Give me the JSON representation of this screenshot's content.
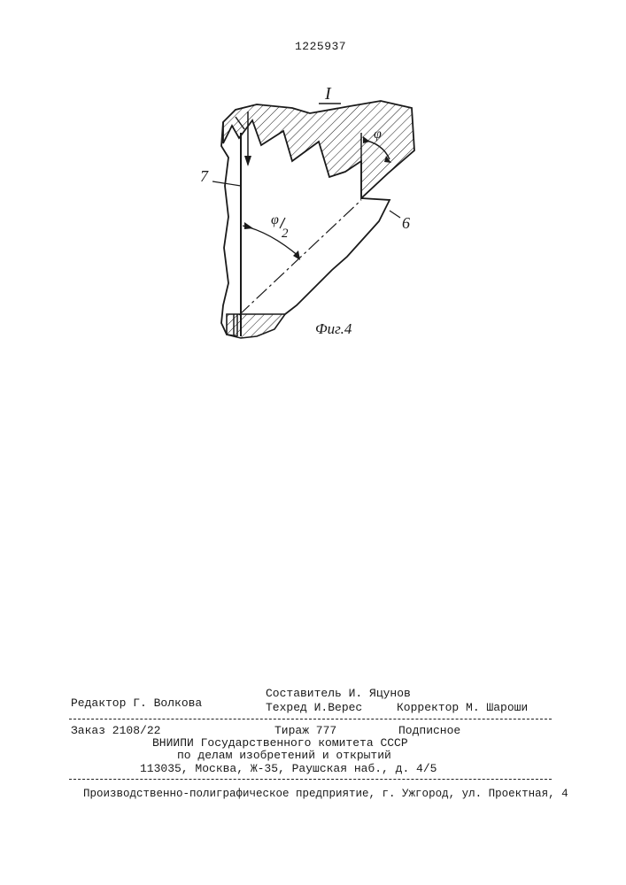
{
  "document": {
    "patent_number": "1225937"
  },
  "figure": {
    "section_label": "I",
    "angle_phi": "φ",
    "angle_phi_half_num": "φ",
    "angle_phi_half_den": "2",
    "ref_7": "7",
    "ref_6": "6",
    "caption": "Фиг.4"
  },
  "imprint": {
    "compiler": "Составитель И. Яцунов",
    "editor": "Редактор Г. Волкова",
    "techred": "Техред И.Верес",
    "corrector": "Корректор М. Шароши",
    "order": "Заказ 2108/22",
    "circulation": "Тираж 777",
    "subscription": "Подписное",
    "org_line1": "ВНИИПИ Государственного комитета СССР",
    "org_line2": "по делам изобретений и открытий",
    "org_line3": "113035, Москва, Ж-35, Раушская наб., д. 4/5",
    "printer": "Производственно-полиграфическое предприятие, г. Ужгород, ул. Проектная, 4"
  }
}
